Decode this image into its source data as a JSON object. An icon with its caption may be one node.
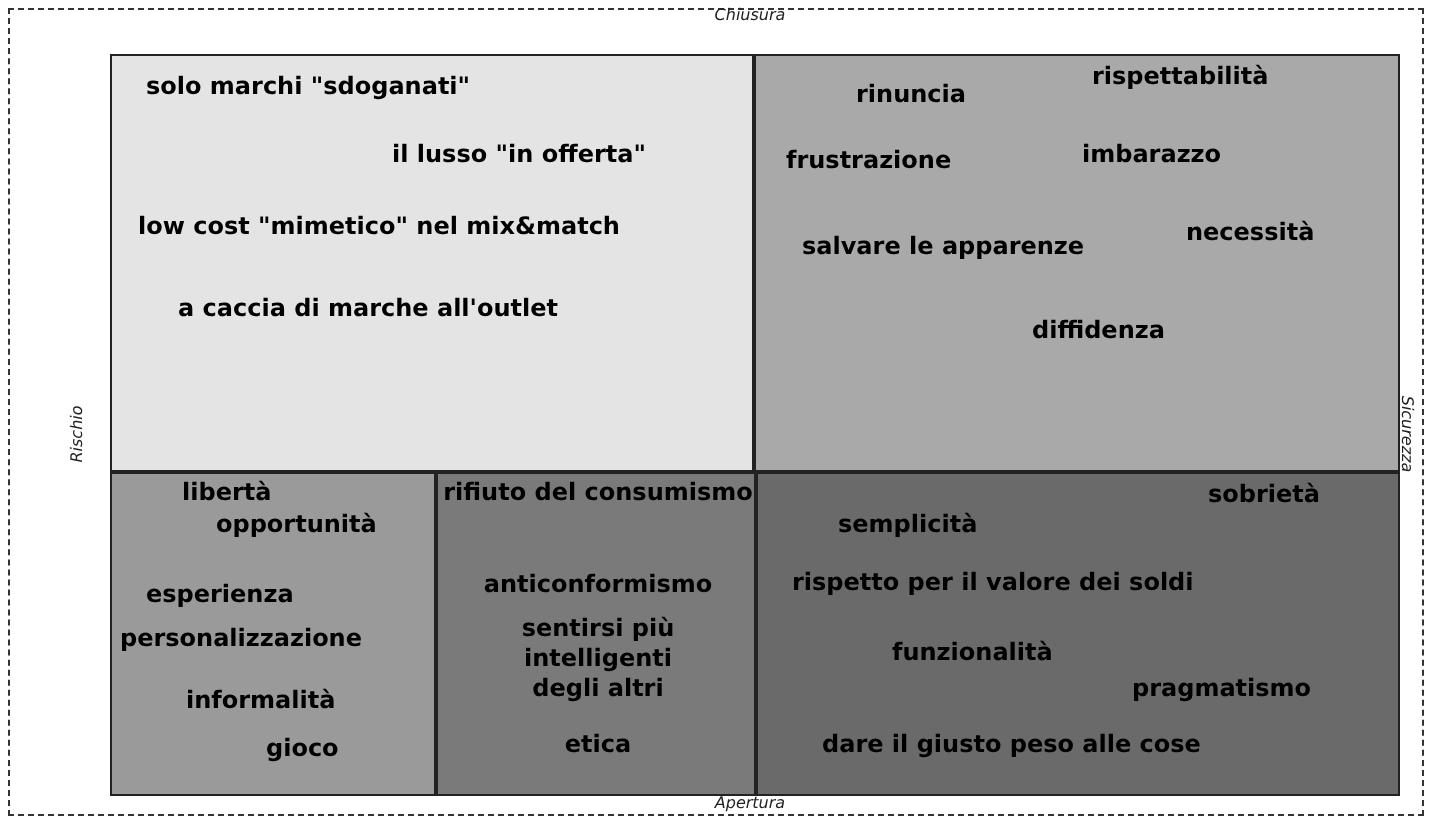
{
  "diagram": {
    "nodes": [
      {
        "text": [
          "solo marchi \"sdoganati\"",
          "il lusso \"in offerta\"",
          "low cost \"mimetico\" nel mix&match",
          "a caccia di marche all'outlet"
        ]
      },
      {
        "text": [
          "rinuncia",
          "rispettabilità",
          "frustrazione",
          "imbarazzo",
          "salvare le apparenze",
          "necessità",
          "diffidenza"
        ]
      },
      {
        "text": [
          "libertà",
          "opportunità",
          "esperienza",
          "personalizzazione",
          "informalità",
          "gioco"
        ]
      },
      {
        "text": [
          "rifiuto del consumismo",
          "anticonformismo",
          "sentirsi più intelligenti degli altri",
          "etica"
        ]
      },
      {
        "text": [
          "sobrietà",
          "semplicità",
          "rispetto per il valore dei soldi",
          "funzionalità",
          "pragmatismo",
          "dare il giusto peso alle cose"
        ]
      }
    ],
    "labels": [
      "Chiusura",
      "Rischio",
      "Sicurezza",
      "Apertura"
    ]
  }
}
